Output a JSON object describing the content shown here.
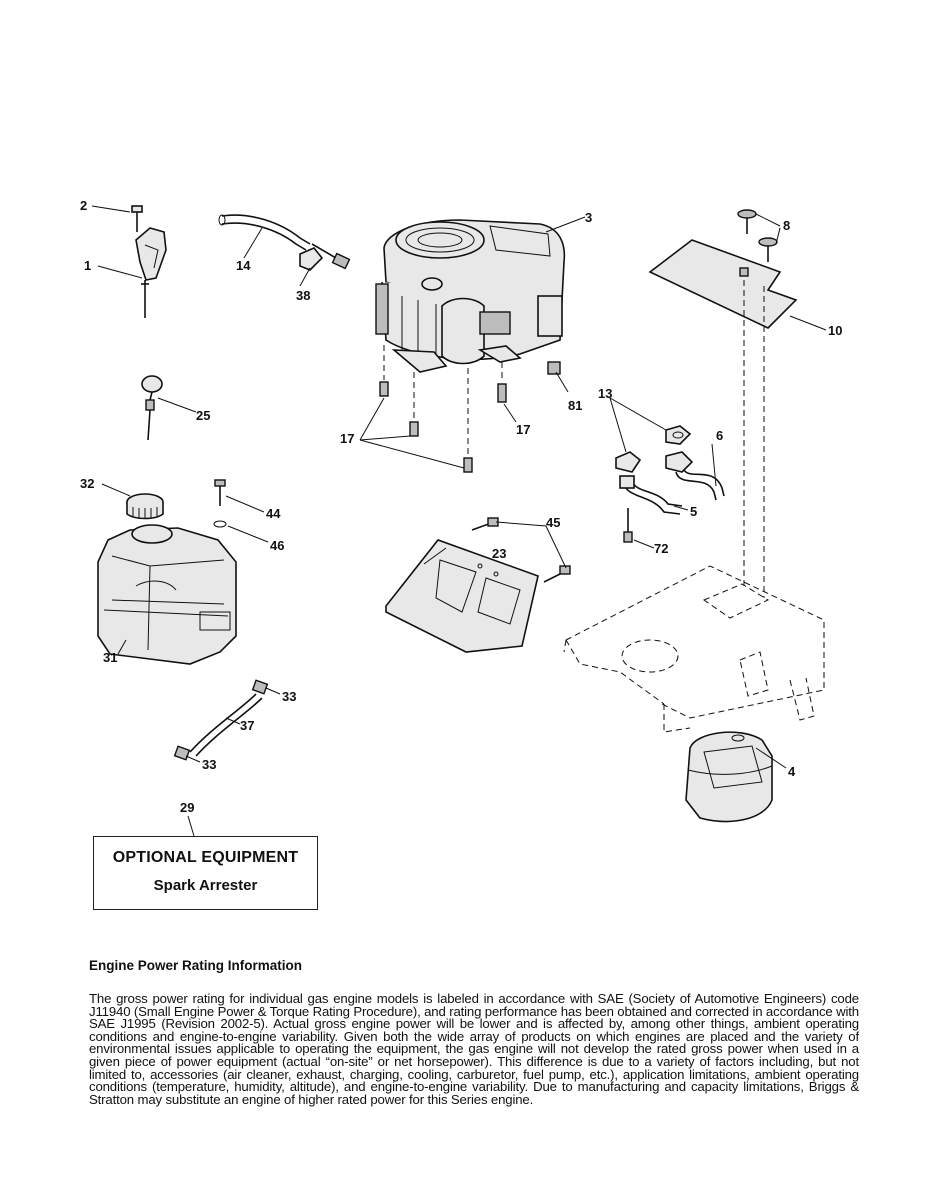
{
  "callouts": {
    "c1": "1",
    "c2": "2",
    "c3": "3",
    "c4": "4",
    "c5": "5",
    "c6": "6",
    "c8": "8",
    "c10": "10",
    "c13": "13",
    "c14": "14",
    "c17a": "17",
    "c17b": "17",
    "c23": "23",
    "c25": "25",
    "c29": "29",
    "c31": "31",
    "c32": "32",
    "c33a": "33",
    "c33b": "33",
    "c37": "37",
    "c38": "38",
    "c44": "44",
    "c45": "45",
    "c46": "46",
    "c72": "72",
    "c81": "81"
  },
  "optional_box": {
    "title": "OPTIONAL EQUIPMENT",
    "subtitle": "Spark Arrester"
  },
  "info": {
    "heading": "Engine Power Rating Information",
    "body": "The gross power rating for individual gas engine models is labeled in accordance with SAE (Society of Automotive Engineers) code J11940 (Small Engine Power & Torque Rating Procedure), and rating performance has been obtained and corrected in accordance with SAE J1995 (Revision 2002-5). Actual gross engine power will be lower and is affected by, among other things, ambient operating conditions and engine-to-engine variability. Given both the wide array of products on which engines are placed and the variety of environmental issues applicable to operating the equipment, the gas engine will not develop the rated gross power when used in a given piece of power equipment (actual “on-site” or net horsepower). This difference is due to a variety of factors including, but not limited to, accessories (air cleaner, exhaust, charging, cooling, carburetor, fuel pump, etc.), application limitations, ambient operating conditions (temperature, humidity, altitude), and engine-to-engine variability. Due to manufacturing and capacity limitations, Briggs & Stratton may substitute an engine of higher rated power for this Series engine."
  }
}
